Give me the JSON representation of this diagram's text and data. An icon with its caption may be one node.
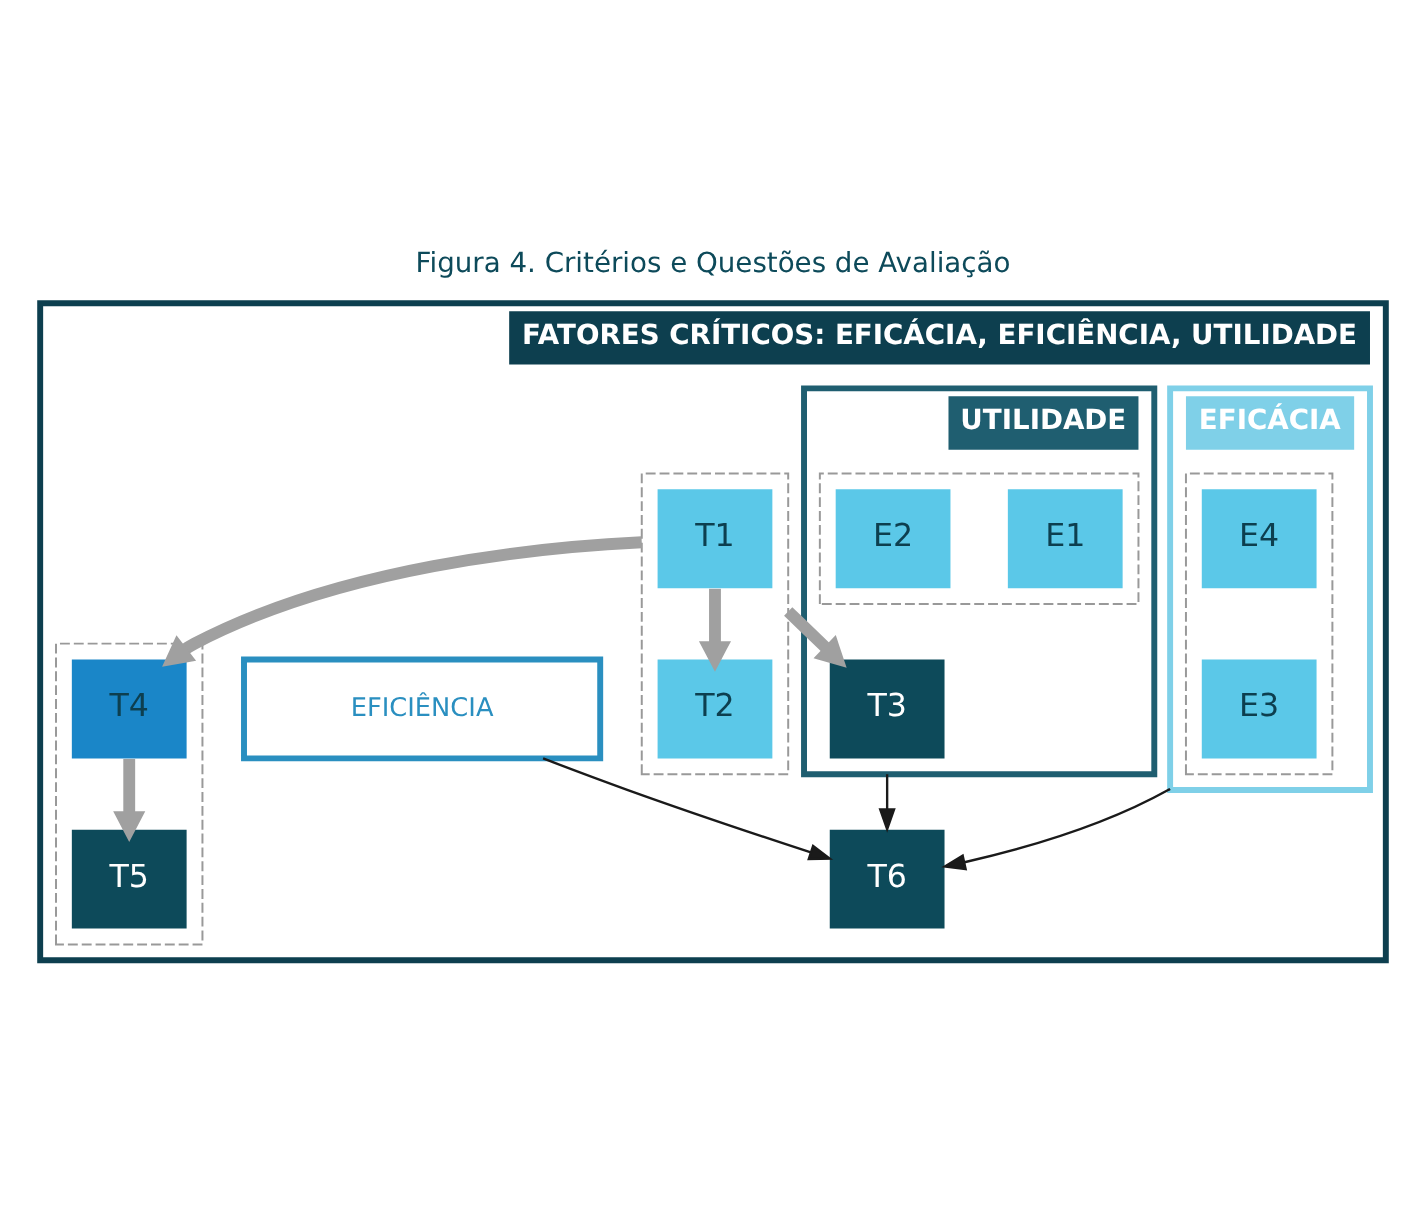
{
  "diagram": {
    "title": "Figura 4. Critérios e Questões de Avaliação",
    "nodes": [
      {
        "text": [
          "FATORES CRÍTICOS: EFICÁCIA, EFICIÊNCIA, UTILIDADE"
        ]
      },
      {
        "text": [
          "UTILIDADE"
        ],
        "in": 0
      },
      {
        "text": [
          "T3"
        ],
        "in": 1
      },
      {
        "text": [],
        "shape": "box",
        "in": 1
      },
      {
        "text": [
          "E1"
        ],
        "in": 3
      },
      {
        "text": [
          "E2"
        ],
        "in": 3
      },
      {
        "text": [],
        "shape": "box",
        "in": 0
      },
      {
        "text": [
          "T5"
        ],
        "in": 6
      },
      {
        "text": [
          "EFICIÊNCIA"
        ],
        "in": 0
      },
      {
        "text": [
          "EFICÁCIA"
        ],
        "in": 0
      },
      {
        "text": [],
        "shape": "box",
        "in": 0
      },
      {
        "text": [
          "T1"
        ],
        "in": 10
      },
      {
        "text": [
          "T2"
        ],
        "in": 10
      },
      {
        "text": [
          "T4"
        ],
        "in": 6
      },
      {
        "text": [],
        "shape": "box",
        "in": 9
      },
      {
        "text": [
          "E3"
        ],
        "in": 14
      },
      {
        "text": [
          "E4"
        ],
        "in": 14
      },
      {
        "text": [
          "T6"
        ],
        "in": 0
      }
    ],
    "edges": [
      {
        "from": 11,
        "to": 12,
        "arrow": "to"
      },
      {
        "from": 10,
        "to": 2,
        "arrow": "to"
      },
      {
        "from": 10,
        "to": 13,
        "arrow": "to"
      },
      {
        "from": 13,
        "to": 7,
        "arrow": "to"
      },
      {
        "from": 1,
        "to": 17,
        "arrow": "to",
        "color": "#1a1a1a"
      },
      {
        "from": 8,
        "to": 17,
        "arrow": "to",
        "color": "#1a1a1a"
      },
      {
        "from": 9,
        "to": 17,
        "arrow": "to",
        "color": "#1a1a1a"
      }
    ]
  }
}
